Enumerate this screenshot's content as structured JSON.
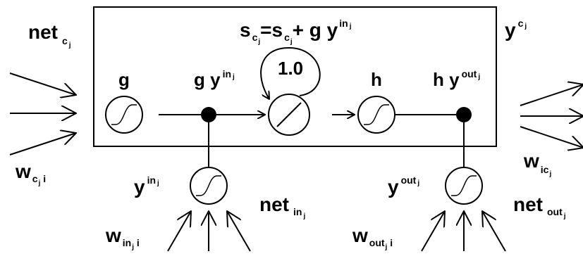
{
  "colors": {
    "stroke": "#000000",
    "background": "#ffffff",
    "node_fill": "#000000"
  },
  "labels": {
    "net_cj": {
      "base": "net",
      "sub": "c",
      "subsub": "j"
    },
    "state_eq": {
      "s1": "s",
      "sub1": "c",
      "subsub1": "j",
      "eq": "=",
      "s2": "s",
      "sub2": "c",
      "subsub2": "j",
      "plus": "+ g y",
      "sup": "in",
      "supsub": "j"
    },
    "y_cj": {
      "base": "y",
      "sup": "c",
      "supsub": "j"
    },
    "g": "g",
    "g_yin": {
      "base": "g y",
      "sup": "in",
      "supsub": "j"
    },
    "self_loop_weight": "1.0",
    "h": "h",
    "h_yout": {
      "base": "h y",
      "sup": "out",
      "supsub": "j"
    },
    "w_cji": {
      "base": "w",
      "sub": "c",
      "subsub": "j",
      "tail": " i"
    },
    "w_icj": {
      "base": "w",
      "sub": "ic",
      "subsub": "j"
    },
    "y_in": {
      "base": "y",
      "sup": "in",
      "supsub": "j"
    },
    "net_in": {
      "base": "net",
      "sub": "in",
      "subsub": "j"
    },
    "w_inji": {
      "base": "w",
      "sub": "in",
      "subsub": "j",
      "tail": " i"
    },
    "y_out": {
      "base": "y",
      "sup": "out",
      "supsub": "j"
    },
    "net_out": {
      "base": "net",
      "sub": "out",
      "subsub": "j"
    },
    "w_outji": {
      "base": "w",
      "sub": "out",
      "subsub": "j",
      "tail": " i"
    }
  },
  "icons": {
    "sigmoid": "sigmoid-unit-icon",
    "identity": "identity-unit-icon",
    "multiply": "multiplication-node-icon"
  }
}
